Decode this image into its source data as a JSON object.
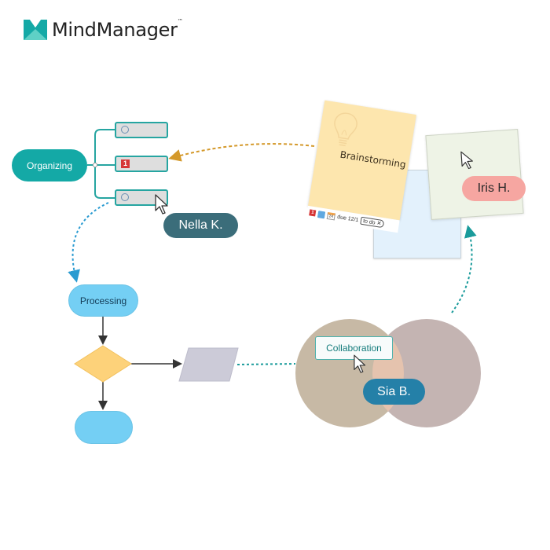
{
  "brand": {
    "name": "MindManager",
    "trademark": "™",
    "logo_icon": "mindmanager-logo-icon",
    "colors": {
      "primary": "#14a9a6",
      "secondary": "#5fd0c6"
    }
  },
  "mind_map": {
    "central_topic": "Organizing",
    "subtopics": [
      {
        "marker": "circle-icon"
      },
      {
        "marker": "priority-1-icon",
        "marker_text": "1"
      },
      {
        "marker": "circle-icon"
      }
    ]
  },
  "flowchart": {
    "start_label": "Processing",
    "decision_label": "",
    "end_label": "",
    "data_label": ""
  },
  "notes": {
    "brainstorming": {
      "title": "Brainstorming",
      "icon": "lightbulb-icon",
      "footer": {
        "priority": "1",
        "calendar_day": "24",
        "due": "due 12/1",
        "tag": "to do",
        "tag_close": "✕"
      }
    }
  },
  "venn": {
    "label": "Collaboration"
  },
  "collaborators": [
    {
      "name": "Nella K.",
      "color": "#3b6d7a"
    },
    {
      "name": "Iris H.",
      "color": "#f6a6a1"
    },
    {
      "name": "Sia B.",
      "color": "#1e7ea8"
    }
  ],
  "connector_colors": {
    "brainstorm_to_organizing": "#d4992b",
    "organizing_to_processing": "#2a9bd1",
    "flow_to_collaboration": "#1a9b9b",
    "collaboration_to_notes": "#1a9b9b"
  }
}
